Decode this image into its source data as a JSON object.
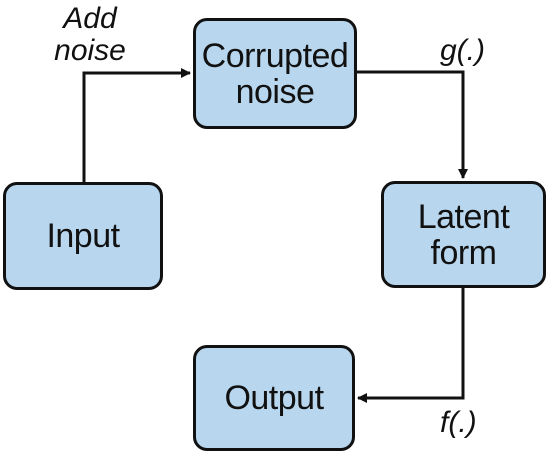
{
  "nodes": {
    "input": {
      "line1": "Input"
    },
    "corrupted_noise": {
      "line1": "Corrupted",
      "line2": "noise"
    },
    "latent_form": {
      "line1": "Latent",
      "line2": "form"
    },
    "output": {
      "line1": "Output"
    }
  },
  "edges": {
    "input_to_corrupted": {
      "label_line1": "Add",
      "label_line2": "noise"
    },
    "corrupted_to_latent": {
      "label": "g(.)"
    },
    "latent_to_output": {
      "label": "f(.)"
    }
  },
  "colors": {
    "node_fill": "#b8d7ee",
    "node_border": "#111111",
    "edge": "#111111"
  }
}
